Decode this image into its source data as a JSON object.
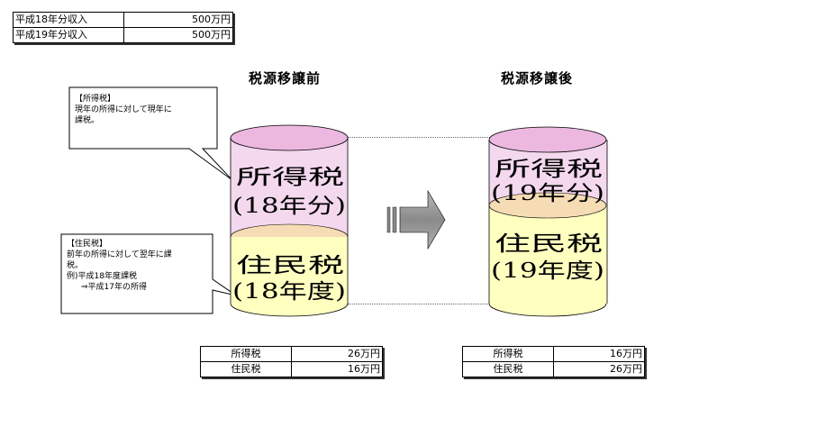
{
  "income_table": {
    "rows": [
      {
        "label": "平成18年分収入",
        "value": "500万円"
      },
      {
        "label": "平成19年分収入",
        "value": "500万円"
      }
    ]
  },
  "before": {
    "title": "税源移譲前",
    "top_label_1": "所得税",
    "top_label_2": "(18年分)",
    "bottom_label_1": "住民税",
    "bottom_label_2": "(18年度)",
    "table": [
      {
        "label": "所得税",
        "value": "26万円"
      },
      {
        "label": "住民税",
        "value": "16万円"
      }
    ]
  },
  "after": {
    "title": "税源移譲後",
    "top_label_1": "所得税",
    "top_label_2": "(19年分)",
    "bottom_label_1": "住民税",
    "bottom_label_2": "(19年度)",
    "table": [
      {
        "label": "所得税",
        "value": "16万円"
      },
      {
        "label": "住民税",
        "value": "26万円"
      }
    ]
  },
  "callouts": {
    "income_tax": {
      "heading": "【所得税】",
      "line1": "現年の所得に対して現年に",
      "line2": "課税。"
    },
    "resident_tax": {
      "heading": "【住民税】",
      "line1": "前年の所得に対して翌年に課",
      "line2": "税。",
      "line3": "例)平成18年度課税",
      "line4": "⇒平成17年の所得"
    }
  },
  "colors": {
    "income_tax_fill": "#f3d8ee",
    "income_tax_top": "#ecb8e0",
    "resident_tax_fill": "#ffffc0",
    "resident_tax_top": "#f5dcb4",
    "arrow": "#8a8a8a"
  }
}
